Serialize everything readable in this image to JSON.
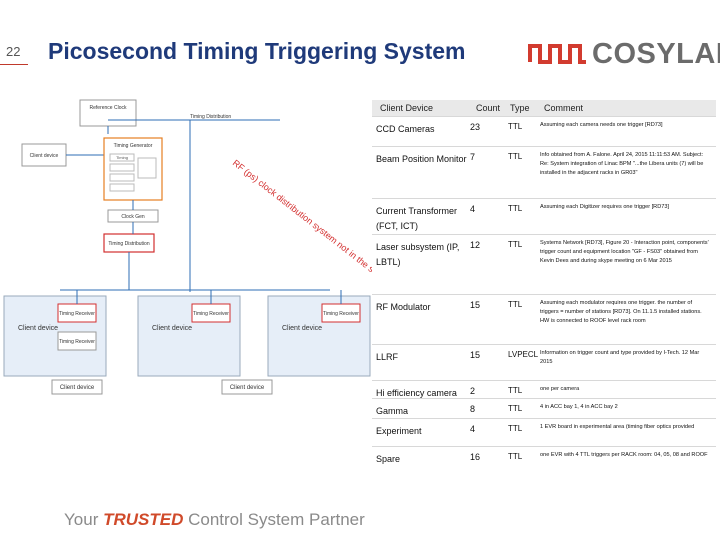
{
  "slide": {
    "number": "22",
    "title": "Picosecond Timing Triggering System"
  },
  "logo": {
    "text": "COSYLAB",
    "brand_color": "#d23b2f"
  },
  "footer": {
    "prefix": "Your",
    "highlight": "TRUSTED",
    "suffix": " Control System Partner"
  },
  "diagram": {
    "labels": {
      "reference_clock": "Reference Clock",
      "timing_distribution": "Timing Distribution",
      "timing_generator": "Timing Generator",
      "gen_inner": "Timing",
      "clock_gen": "Clock Gen",
      "timing_receiver": "Timing Receiver",
      "client_device": "Client device",
      "distribution_note": "RF (ps) clock distribution system not in the scope of ES"
    },
    "colors": {
      "orange": "#e67e22",
      "red": "#d32f2f",
      "blue": "#2e6db4",
      "panel": "#e6eef8"
    }
  },
  "table": {
    "headers": [
      "Client Device",
      "Count",
      "Type",
      "Comment"
    ],
    "rows": [
      {
        "device": "CCD Cameras",
        "count": "23",
        "type": "TTL",
        "comment": "Assuming each camera needs one trigger [RD73]"
      },
      {
        "device": "Beam Position Monitor",
        "count": "7",
        "type": "TTL",
        "comment": "Info obtained from A. Falone. April 24, 2015 11:11:53 AM. Subject: Re: System integration of Linac BPM \"...the Libera units (7) will be installed in the adjacent racks in GR03\""
      },
      {
        "device": "Current Transformer (FCT, ICT)",
        "count": "4",
        "type": "TTL",
        "comment": "Assuming each Digitizer requires one trigger [RD73]"
      },
      {
        "device": "Laser subsystem (IP, LBTL)",
        "count": "12",
        "type": "TTL",
        "comment": "Systems Network [RD73], Figure 20 - Interaction point, components' trigger count and equipment location \"GF - FS03\" obtained from Kevin Dees and during skype meeting on 6 Mar 2015"
      },
      {
        "device": "RF Modulator",
        "count": "15",
        "type": "TTL",
        "comment": "Assuming each modulator requires one trigger. the number of triggers = number of stations [RD73]. On 11.1.5 installed stations. HW is connected to ROOF level rack room"
      },
      {
        "device": "LLRF",
        "count": "15",
        "type": "LVPECL",
        "comment": "Information on trigger count and type provided by I-Tech. 12 Mar 2015"
      },
      {
        "device": "Hi efficiency camera",
        "count": "2",
        "type": "TTL",
        "comment": "one per camera"
      },
      {
        "device": "Gamma",
        "count": "8",
        "type": "TTL",
        "comment": "4 in ACC bay 1, 4 in ACC bay 2"
      },
      {
        "device": "Experiment",
        "count": "4",
        "type": "TTL",
        "comment": "1 EVR board in experimental area (timing fiber optics provided"
      },
      {
        "device": "Spare",
        "count": "16",
        "type": "TTL",
        "comment": "one EVR with 4 TTL triggers per RACK room: 04, 05, 08 and ROOF"
      }
    ]
  }
}
